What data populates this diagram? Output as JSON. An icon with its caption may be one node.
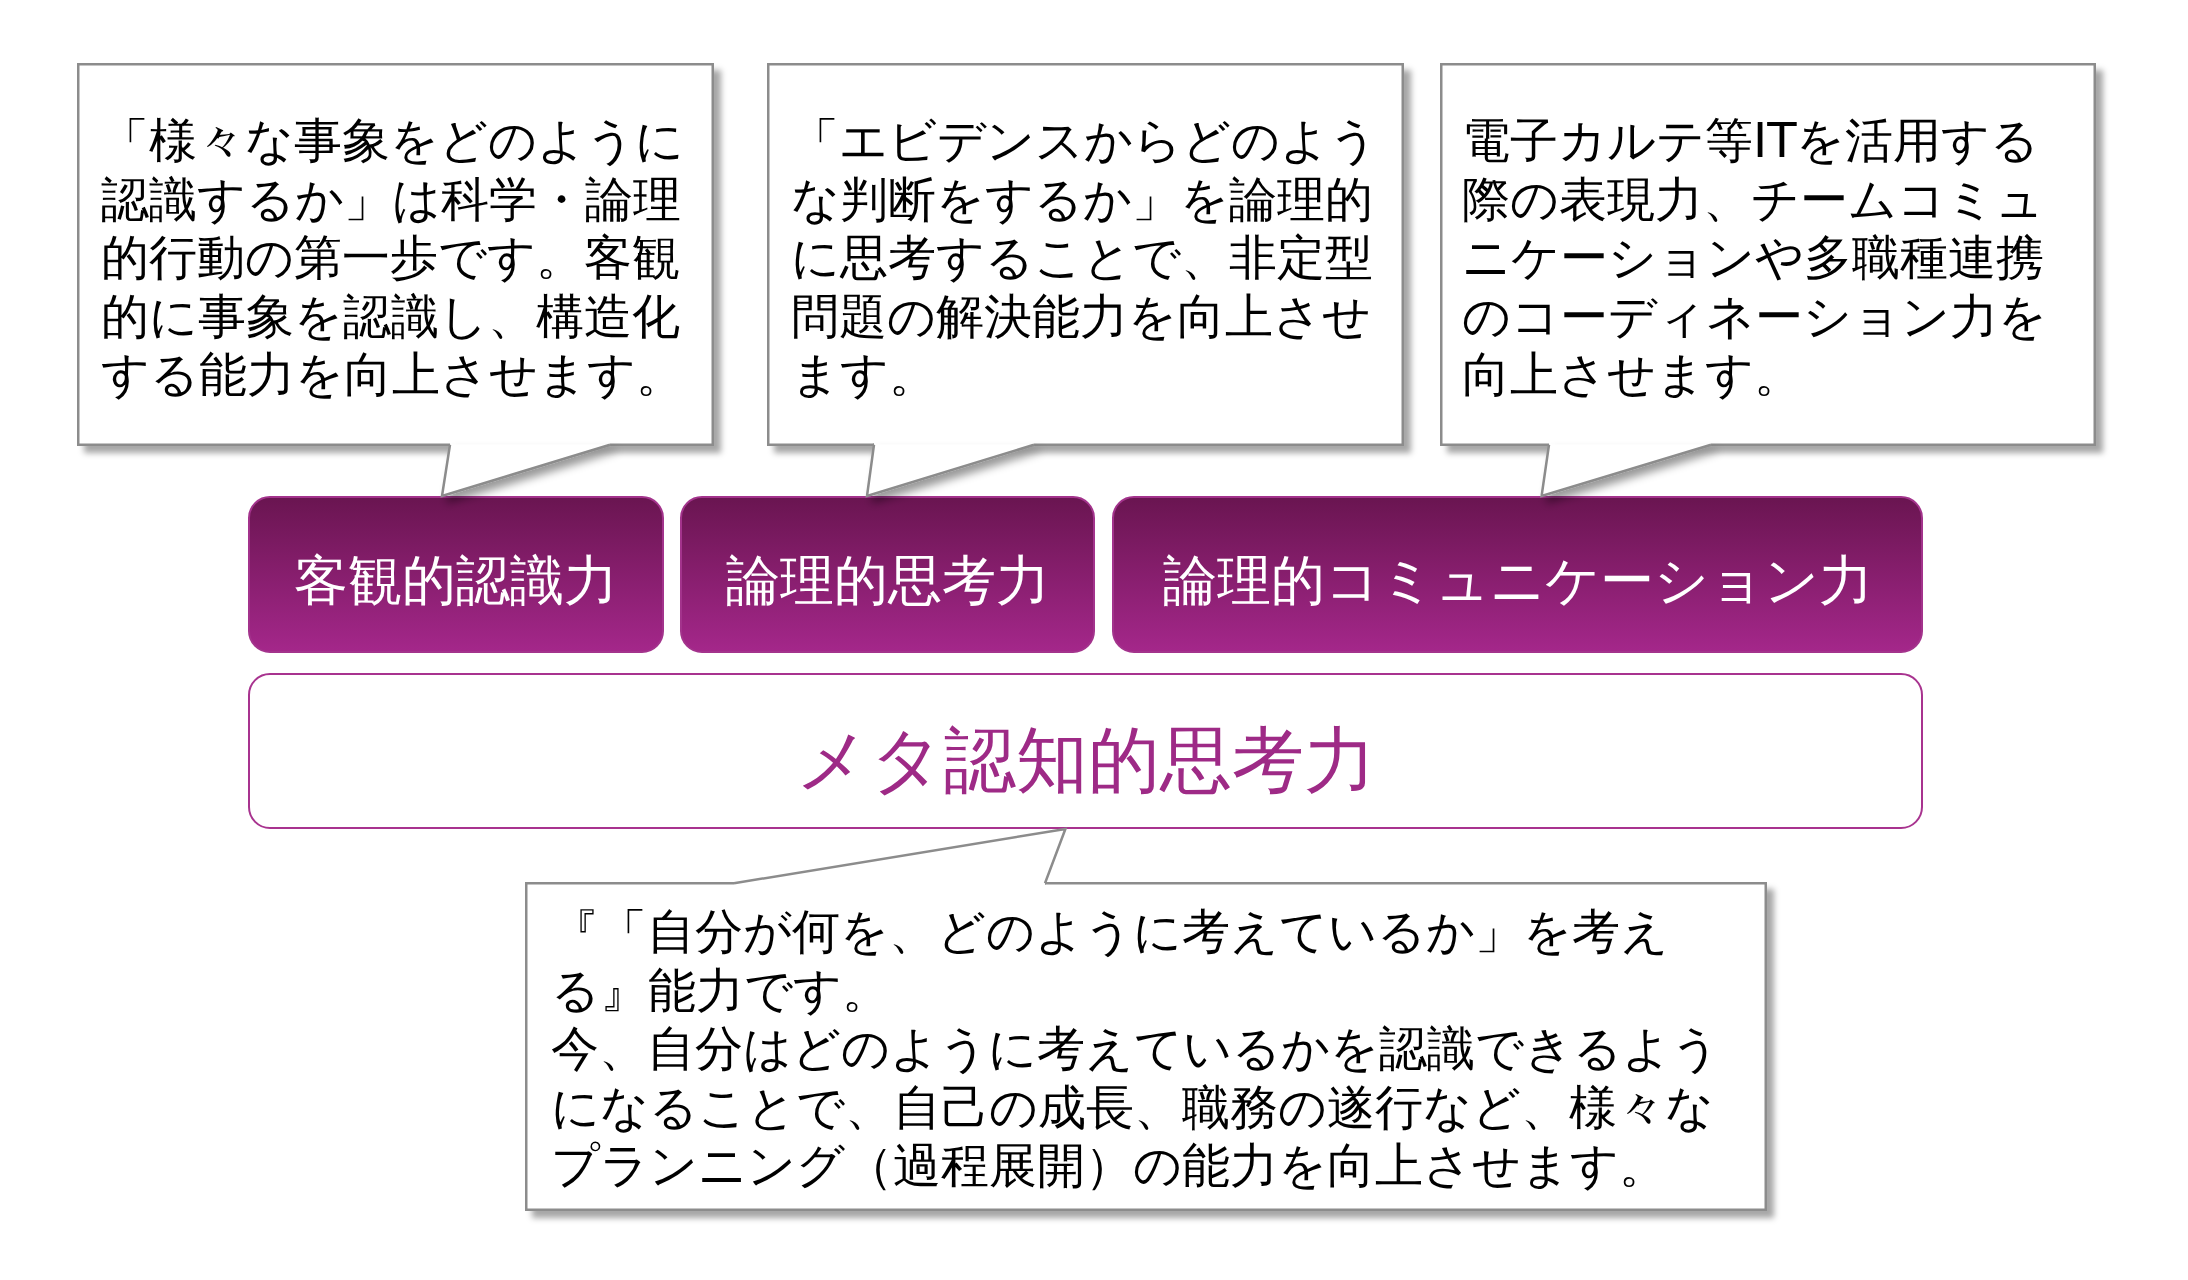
{
  "diagram": {
    "nodes": [
      {
        "text": [
          "「様々な事象をどのように認識するか」は科学・論理的行動の第一歩です。客観的に事象を認識し、構造化する能力を向上させます。"
        ]
      },
      {
        "text": [
          "「エビデンスからどのような判断をするか」を論理的に思考することで、非定型問題の解決能力を向上させます。"
        ]
      },
      {
        "text": [
          "電子カルテ等ITを活用する際の表現力、チームコミュニケーションや多職種連携のコーディネーション力を向上させます。"
        ]
      },
      {
        "text": [
          "客観的認識力"
        ]
      },
      {
        "text": [
          "論理的思考力"
        ]
      },
      {
        "text": [
          "論理的コミュニケーション力"
        ]
      },
      {
        "text": [
          "メタ認知的思考力"
        ]
      },
      {
        "text": [
          "『「自分が何を、どのように考えているか」を考える』能力です。",
          "今、自分はどのように考えているかを認識できるようになることで、自己の成長、職務の遂行など、様々なプランニング（過程展開）の能力を向上させます。"
        ]
      }
    ],
    "edges": [
      {
        "from": 0,
        "to": 3,
        "arrow": "none"
      },
      {
        "from": 1,
        "to": 4,
        "arrow": "none"
      },
      {
        "from": 2,
        "to": 5,
        "arrow": "none"
      },
      {
        "from": 7,
        "to": 6,
        "arrow": "none"
      }
    ]
  }
}
